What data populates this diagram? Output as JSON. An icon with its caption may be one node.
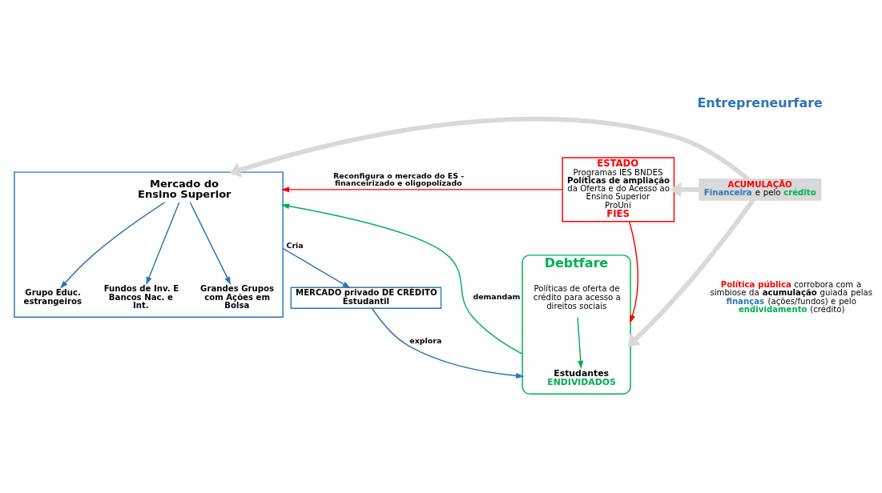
{
  "diagram": {
    "nodes": [
      {
        "text": [],
        "shape": "box"
      },
      {
        "text": [
          "Mercado do Ensino Superior"
        ],
        "in": 0
      },
      {
        "text": [
          "Grupo Educ. estrangeiros"
        ],
        "in": 0
      },
      {
        "text": [
          "Fundos de Inv. E Bancos Nac. e Int."
        ],
        "in": 0
      },
      {
        "text": [
          "Grandes Grupos com Ações em Bolsa"
        ],
        "in": 0
      },
      {
        "text": [
          "ESTADO",
          "Programas IES BNDES",
          "Políticas de ampliação",
          "da Oferta e do Acesso ao Ensino Superior",
          "ProUni",
          "FIES"
        ]
      },
      {
        "text": [
          "ACUMULAÇÃO",
          "**Financeira** e pelo **crédito**"
        ]
      },
      {
        "text": [
          "MERCADO privado DE CRÉDITO Estudantil"
        ]
      },
      {
        "text": [
          "Debtfare"
        ]
      },
      {
        "text": [
          "Estudantes",
          "ENDIVIDADOS"
        ],
        "in": 8
      },
      {
        "text": [
          "Políticas de oferta de crédito para acesso a direitos sociais"
        ],
        "in": 8
      }
    ],
    "edges": [
      {
        "from": 1,
        "to": 2,
        "arrow": "to"
      },
      {
        "from": 1,
        "to": 3,
        "arrow": "to"
      },
      {
        "from": 1,
        "to": 4,
        "arrow": "to"
      },
      {
        "from": 5,
        "to": 0,
        "arrow": "to",
        "label": "Reconfigura o mercado do ES - financeirizado e oligopolizado",
        "color": "#ff0000"
      },
      {
        "from": 6,
        "to": 0,
        "arrow": "to",
        "style": "thick",
        "color": "#d9d9d9"
      },
      {
        "from": 6,
        "to": 5,
        "arrow": "to",
        "style": "thick",
        "color": "#d9d9d9"
      },
      {
        "from": 6,
        "to": 8,
        "arrow": "to",
        "style": "thick",
        "color": "#d9d9d9",
        "label": "**Política pública** corrobora com a simbiose da **acumulação** guiada pelas **finanças** (ações/fundos) e pelo **endividamento** (crédito)"
      },
      {
        "from": 0,
        "to": 7,
        "arrow": "to",
        "label": "Cria"
      },
      {
        "from": 7,
        "to": 8,
        "arrow": "to",
        "label": "explora"
      },
      {
        "from": 8,
        "to": 0,
        "arrow": "to",
        "label": "demandam",
        "color": "#00b050"
      },
      {
        "from": 5,
        "to": 8,
        "arrow": "to",
        "color": "#ff0000"
      },
      {
        "from": 10,
        "to": 9,
        "arrow": "to",
        "color": "#00b050"
      }
    ],
    "labels": [
      "Entrepreneurfare"
    ]
  }
}
